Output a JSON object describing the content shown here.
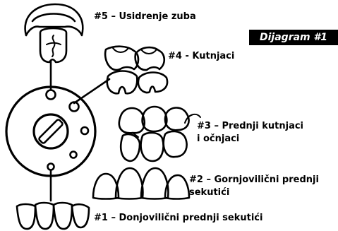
{
  "badge": "Dijagram #1",
  "labels": {
    "l5": "#5 – Usidrenje zuba",
    "l4": "#4 - Kutnjaci",
    "l3a": "#3 – Prednji kutnjaci",
    "l3b": "i očnjaci",
    "l2a": "#2 – Gornjovilični prednji",
    "l2b": "sekutići",
    "l1": "#1 – Donjovilični prednji sekutići"
  },
  "colors": {
    "ink": "#000000",
    "paper": "#ffffff"
  }
}
